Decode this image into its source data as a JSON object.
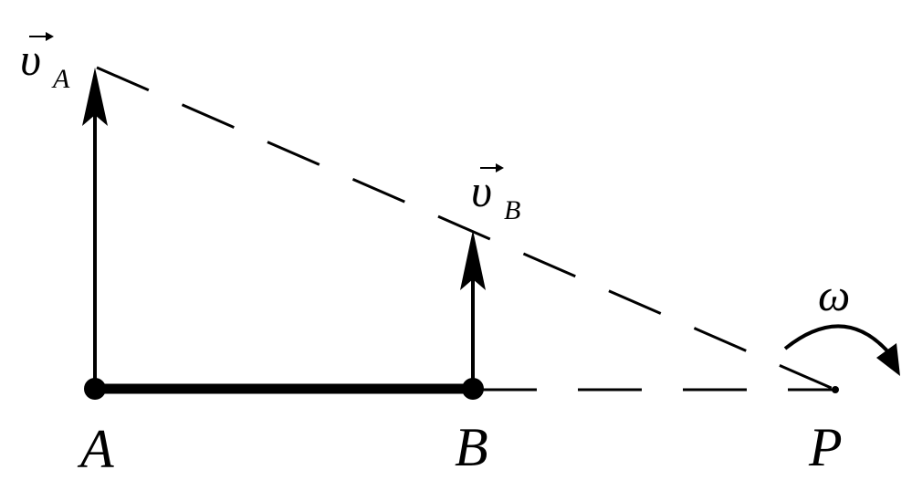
{
  "diagram": {
    "points": {
      "a": "A",
      "b": "B",
      "p": "P"
    },
    "velocity_a": {
      "symbol": "υ",
      "subscript": "A"
    },
    "velocity_b": {
      "symbol": "υ",
      "subscript": "B"
    },
    "angular_velocity": "ω",
    "colors": {
      "ink": "#000000",
      "background": "#ffffff"
    }
  }
}
